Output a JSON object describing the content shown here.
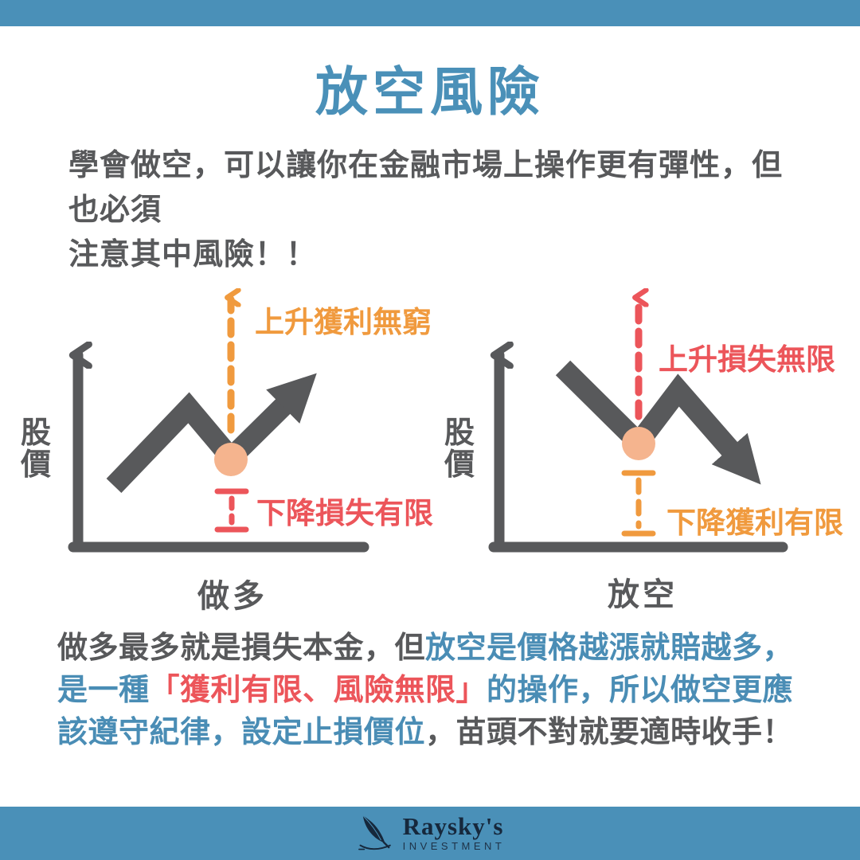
{
  "title": "放空風險",
  "intro": {
    "line1": "學會做空，可以讓你在金融市場上操作更有彈性，但也必須",
    "line2": "注意其中風險！！"
  },
  "diagrams": {
    "left": {
      "y_axis_label": "股價",
      "x_axis_label": "做多",
      "up_label": "上升獲利無窮",
      "down_label": "下降損失有限"
    },
    "right": {
      "y_axis_label": "股價",
      "x_axis_label": "放空",
      "up_label": "上升損失無限",
      "down_label": "下降獲利有限"
    }
  },
  "conclusion": {
    "runs": [
      {
        "text": "做多最多就是損失本金，但",
        "color": "#58595B"
      },
      {
        "text": "放空是價格越漲就賠越多，是一種",
        "color": "#4A8DB5"
      },
      {
        "text": "「獲利有限、風險無限」",
        "color": "#EC555A"
      },
      {
        "text": "的操作，所以做空更應該遵守紀律，設定止損價位",
        "color": "#4A8DB5"
      },
      {
        "text": "，苗頭不對就要適時收手！",
        "color": "#58595B"
      }
    ]
  },
  "logo": {
    "brand": "Raysky's",
    "subtitle": "INVESTMENT"
  },
  "colors": {
    "band_blue": "#4A90B8",
    "text_gray": "#58595B",
    "accent_blue": "#4A8DB5",
    "accent_red": "#EC555A",
    "accent_orange": "#F09A3E",
    "dot_peach": "#F5B48E",
    "logo_navy": "#16283C"
  }
}
